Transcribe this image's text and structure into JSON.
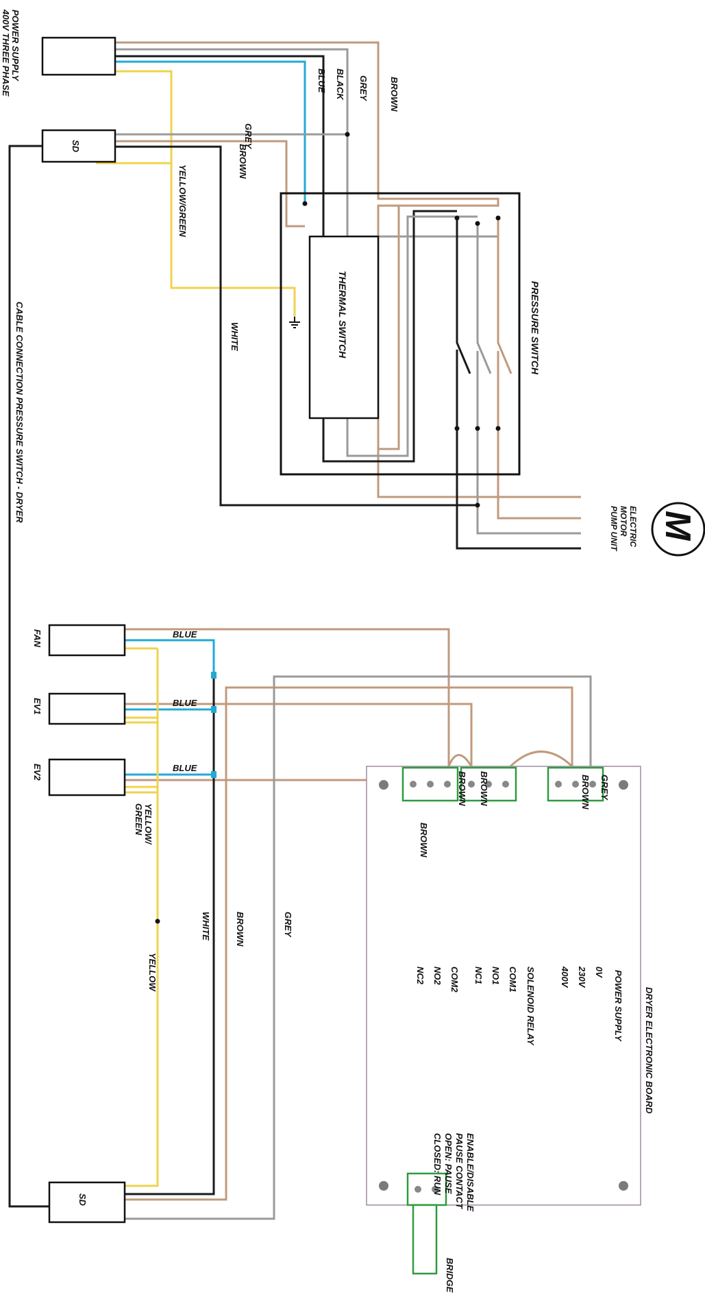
{
  "colors": {
    "black": "#1a1a1a",
    "grey": "#9a9a9a",
    "brown": "#c09a7c",
    "blue": "#22a9d6",
    "yellow": "#efd34e",
    "green": "#2e9a3e",
    "board_border": "#a08aa0",
    "screw": "#7a7a7a"
  },
  "devices": {
    "power_supply": {
      "title_line1": "POWER SUPPLY",
      "title_line2": "400V THREE PHASE"
    },
    "sd_top": "SD",
    "sd_bottom": "SD",
    "fan": "FAN",
    "ev1": "EV1",
    "ev2": "EV2",
    "thermal_switch": "THERMAL SWITCH",
    "pressure_switch": "PRESSURE SWITCH",
    "motor_symbol": "M",
    "motor": {
      "line1": "ELECTRIC",
      "line2": "MOTOR",
      "line3": "PUMP UNIT"
    },
    "cable_caption": "CABLE CONNECTION PRESSURE SWITCH - DRYER"
  },
  "wire_labels": {
    "blue_ps": "BLUE",
    "black_ps": "BLACK",
    "grey_ps": "GREY",
    "brown_ps": "BROWN",
    "grey_sd": "GREY",
    "brown_sd": "BROWN",
    "yellow_green_top": "YELLOW/GREEN",
    "white_top": "WHITE",
    "blue_fan": "BLUE",
    "blue_ev1": "BLUE",
    "blue_ev2": "BLUE",
    "yellow_green_bottom_1": "YELLOW/",
    "yellow_green_bottom_2": "GREEN",
    "yellow_bottom": "YELLOW",
    "white_bottom": "WHITE",
    "brown_bottom": "BROWN",
    "grey_bottom": "GREY",
    "brown_ev2": "BROWN",
    "brown_com2": "BROWN",
    "brown_nc1": "BROWN",
    "brown_400": "BROWN",
    "grey_board": "GREY"
  },
  "board": {
    "title": "DRYER ELECTRONIC BOARD",
    "power_supply": {
      "title": "POWER SUPPLY",
      "pins": [
        "0V",
        "230V",
        "400V"
      ]
    },
    "solenoid_relay": {
      "title": "SOLENOID RELAY",
      "pins": [
        "COM1",
        "NO1",
        "NC1"
      ]
    },
    "relay2": {
      "pins": [
        "COM2",
        "NO2",
        "NC2"
      ]
    },
    "pause_contact": {
      "line1": "ENABLE/DISABLE",
      "line2": "PAUSE CONTACT",
      "line3": "OPEN: PAUSE",
      "line4": "CLOSED: RUN"
    },
    "bridge": "BRIDGE"
  }
}
